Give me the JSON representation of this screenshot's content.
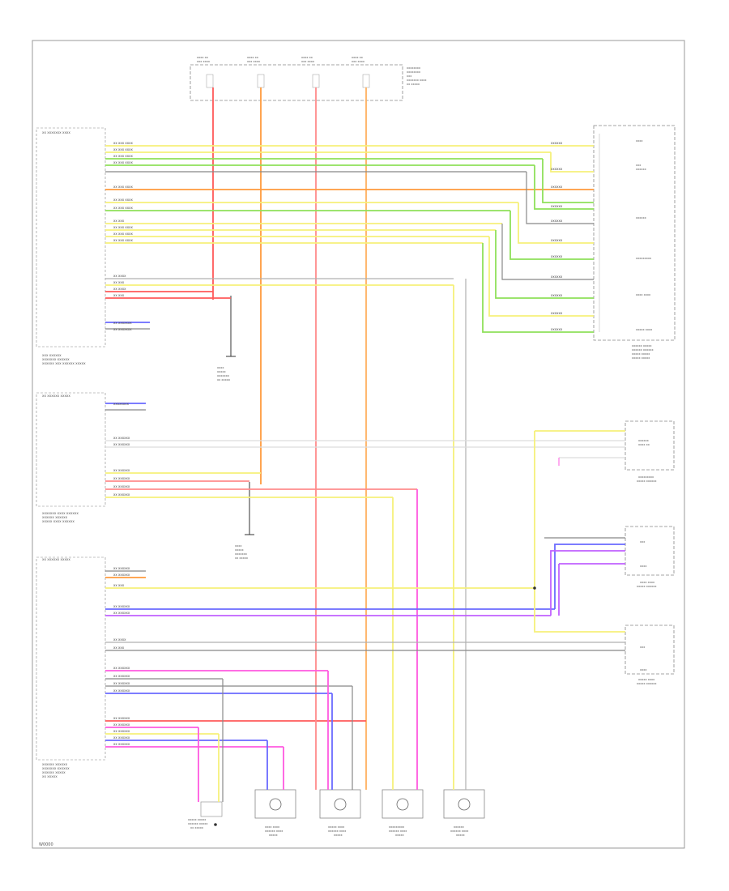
{
  "diagram": {
    "footer_code": "W0000"
  },
  "colors": {
    "red": "#ff5a5a",
    "orange": "#ff9a3c",
    "pink": "#ff8b8b",
    "yellow": "#f6f07a",
    "green": "#8fe05a",
    "blue": "#6a6aff",
    "violet": "#c060ff",
    "magenta": "#ff5ae0",
    "gray": "#b0b0b0",
    "dark": "#555555",
    "black": "#333333"
  },
  "icons": [
    "ground-symbol",
    "switch-contact",
    "motor-symbol",
    "splice-dot"
  ]
}
